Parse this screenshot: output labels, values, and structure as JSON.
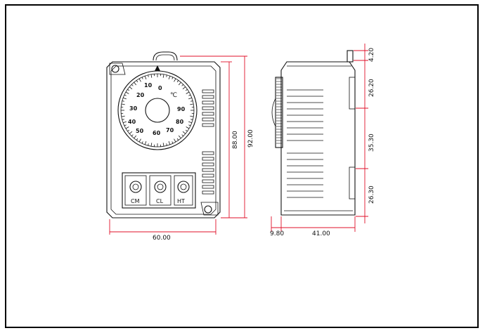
{
  "dimensions": {
    "width": "60.00",
    "height_inner": "88.00",
    "height_outer": "92.00",
    "side_offset": "9.80",
    "depth": "41.00",
    "seg_top": "4.20",
    "seg_1": "26.20",
    "seg_2": "35.30",
    "seg_3": "26.30"
  },
  "dial": {
    "labels": [
      "0",
      "10",
      "20",
      "30",
      "40",
      "50",
      "60",
      "70",
      "80",
      "90"
    ],
    "unit": "℃"
  },
  "terminals": [
    "CM",
    "CL",
    "HT"
  ],
  "colors": {
    "dimension": "#e0102a",
    "outline": "#111111"
  }
}
